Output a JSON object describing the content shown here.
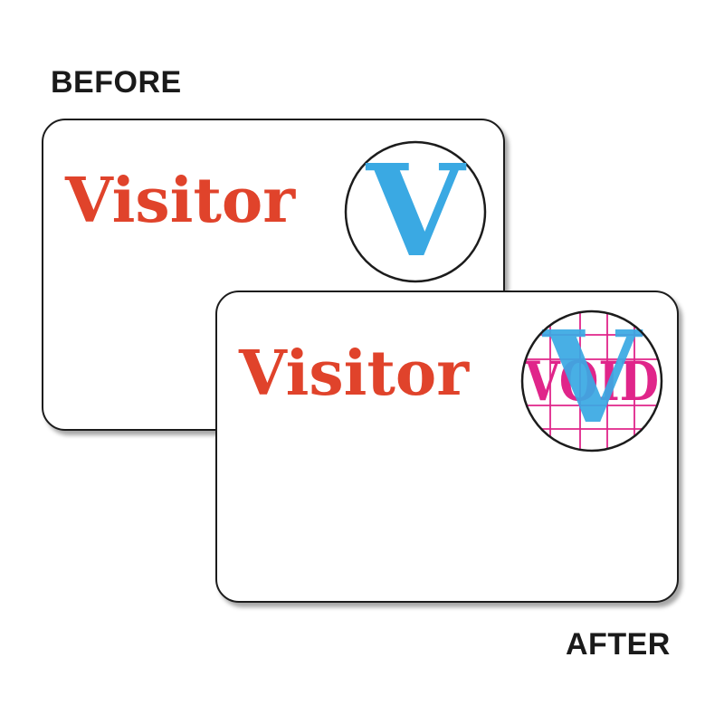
{
  "captions": {
    "before": "BEFORE",
    "after": "AFTER"
  },
  "badge": {
    "word": "Visitor",
    "letter": "V",
    "void_text": "VOID"
  },
  "colors": {
    "visitor_text": "#e0432b",
    "letter": "#3aa9e3",
    "void": "#e0258a",
    "outline": "#1c1c1c"
  }
}
